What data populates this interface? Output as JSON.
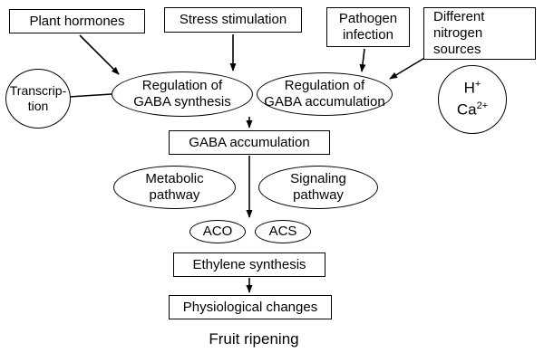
{
  "diagram": {
    "plant_hormones": "Plant hormones",
    "stress_stimulation": "Stress stimulation",
    "pathogen_infection": "Pathogen\ninfection",
    "nitrogen_sources": "Different\nnitrogen\nsources",
    "transcription": "Transcrip-\ntion",
    "regulation_synthesis": "Regulation of\nGABA synthesis",
    "regulation_accumulation": "Regulation of\nGABA accumulation",
    "ions": {
      "h_base": "H",
      "h_sup": "+",
      "ca_base": "Ca",
      "ca_sup": "2+"
    },
    "gaba_accumulation": "GABA accumulation",
    "metabolic_pathway": "Metabolic\npathway",
    "signaling_pathway": "Signaling\npathway",
    "aco": "ACO",
    "acs": "ACS",
    "ethylene_synthesis": "Ethylene synthesis",
    "physiological_changes": "Physiological changes",
    "fruit_ripening": "Fruit ripening"
  },
  "colors": {
    "stroke": "#000000",
    "background": "#ffffff",
    "text": "#000000"
  }
}
